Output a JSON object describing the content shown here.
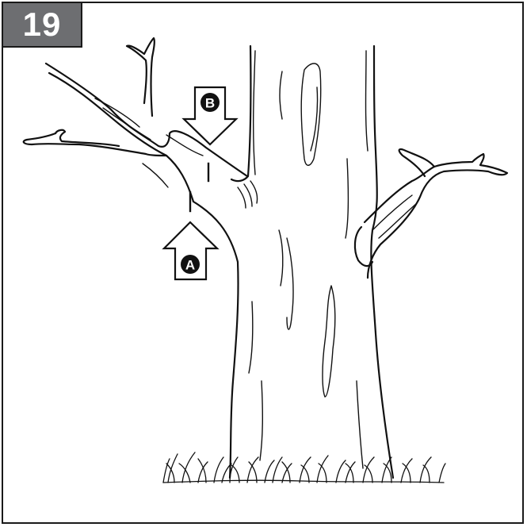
{
  "step": {
    "number": "19"
  },
  "markers": {
    "a": "A",
    "b": "B"
  },
  "colors": {
    "badge": "#6d6e71",
    "ink": "#111111",
    "background": "#ffffff"
  }
}
